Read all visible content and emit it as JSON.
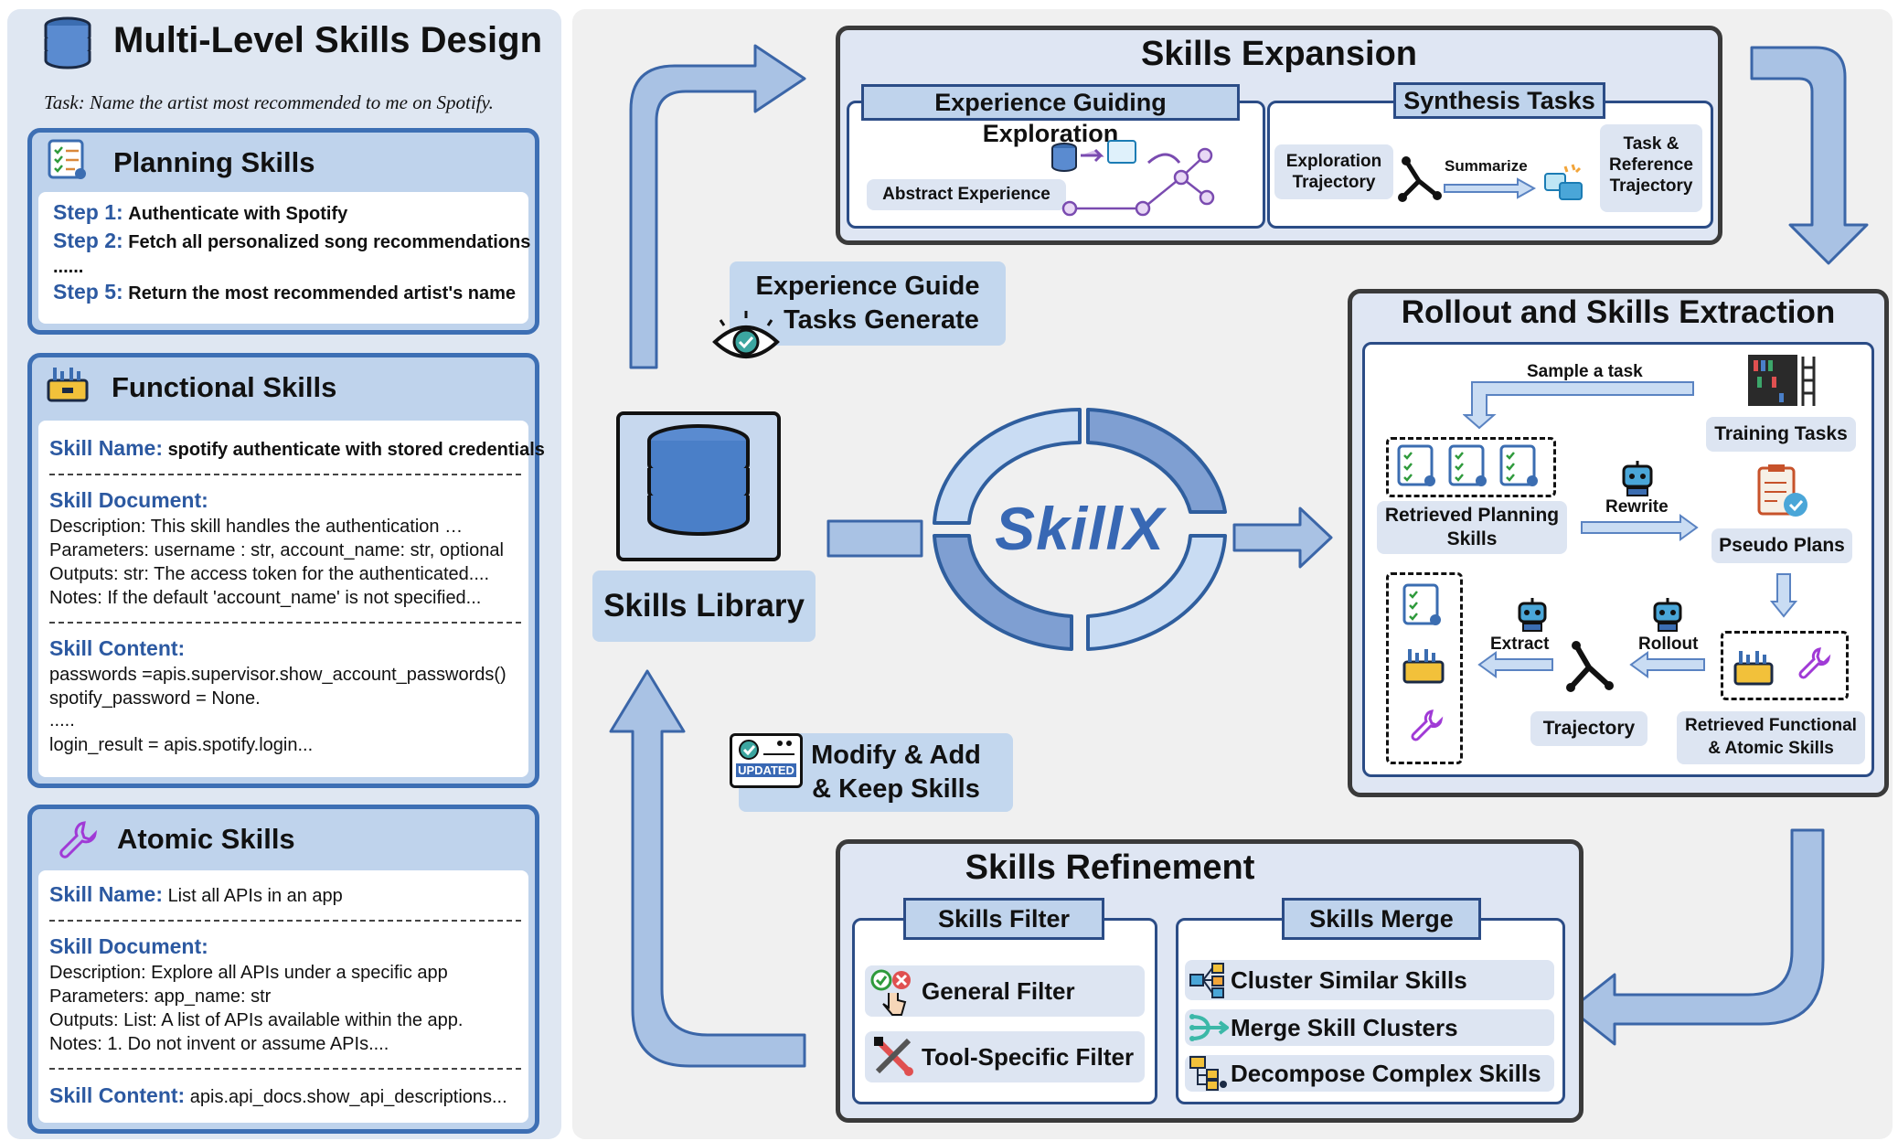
{
  "title": "Multi-Level Skills Design",
  "task": "Task: Name the artist most recommended to me on Spotify.",
  "planning": {
    "title": "Planning Skills",
    "steps": [
      {
        "label": "Step 1:",
        "text": "Authenticate with Spotify"
      },
      {
        "label": "Step 2:",
        "text": "Fetch all personalized song recommendations"
      },
      {
        "ellipsis": "......"
      },
      {
        "label": "Step 5:",
        "text": "Return the most recommended artist's name"
      }
    ]
  },
  "functional": {
    "title": "Functional Skills",
    "name_label": "Skill Name:",
    "name_value": "spotify authenticate with stored credentials",
    "doc_label": "Skill Document:",
    "doc_lines": [
      "Description: This skill handles the authentication …",
      "Parameters: username : str, account_name: str, optional",
      "Outputs: str: The access token for the authenticated....",
      "Notes: If the default 'account_name' is not specified..."
    ],
    "content_label": "Skill Content:",
    "content_lines": [
      "passwords =apis.supervisor.show_account_passwords()",
      "spotify_password = None.",
      ".....",
      "login_result = apis.spotify.login..."
    ]
  },
  "atomic": {
    "title": "Atomic Skills",
    "name_label": "Skill Name:",
    "name_value": "List all APIs in an app",
    "doc_label": "Skill Document:",
    "doc_lines": [
      "Description: Explore all APIs under a specific app",
      "Parameters: app_name: str",
      "Outputs: List: A list of APIs available within the app.",
      "Notes: 1. Do not invent or assume APIs...."
    ],
    "content_label": "Skill Content:",
    "content_value": "apis.api_docs.show_api_descriptions..."
  },
  "expansion": {
    "title": "Skills Expansion",
    "left_tab": "Experience Guiding Exploration",
    "abstract": "Abstract Experience",
    "right_tab": "Synthesis Tasks",
    "exploration": "Exploration Trajectory",
    "summarize": "Summarize",
    "task_ref": "Task & Reference Trajectory"
  },
  "guide": {
    "line1": "Experience Guide",
    "line2": "Tasks Generate"
  },
  "library": {
    "label": "Skills Library"
  },
  "center_logo": "SkillX",
  "modify": {
    "line1": "Modify & Add",
    "line2": "& Keep Skills",
    "badge": "UPDATED"
  },
  "rollout": {
    "title": "Rollout and Skills Extraction",
    "sample": "Sample a task",
    "training": "Training Tasks",
    "retrieved_planning": "Retrieved Planning Skills",
    "rewrite": "Rewrite",
    "pseudo": "Pseudo Plans",
    "extract": "Extract",
    "rollout_lbl": "Rollout",
    "trajectory": "Trajectory",
    "retrieved_func": "Retrieved Functional & Atomic Skills"
  },
  "refinement": {
    "title": "Skills Refinement",
    "filter_tab": "Skills Filter",
    "general": "General Filter",
    "tool": "Tool-Specific Filter",
    "merge_tab": "Skills Merge",
    "cluster": "Cluster Similar Skills",
    "merge": "Merge Skill Clusters",
    "decompose": "Decompose Complex Skills"
  },
  "colors": {
    "accent": "#3d6fb4",
    "light": "#bfd3ec",
    "arrow": "#a9c2e4",
    "arrow_stroke": "#3b66a8"
  }
}
